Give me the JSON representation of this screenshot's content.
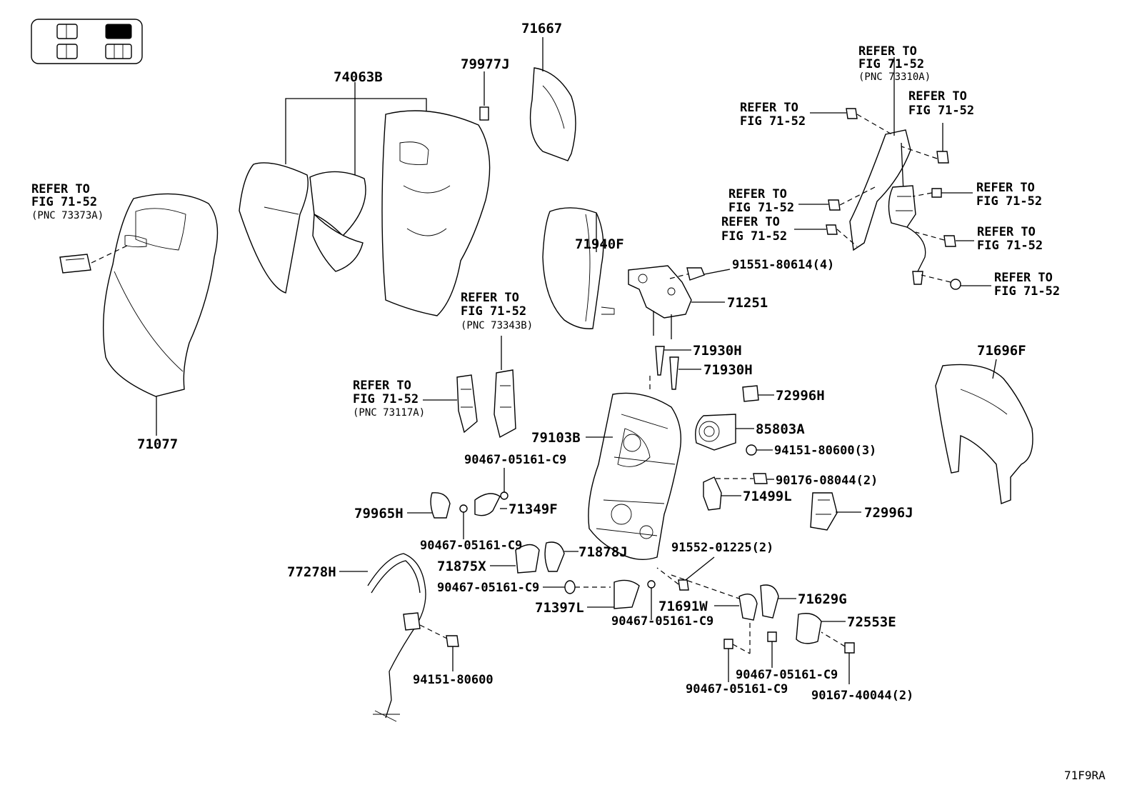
{
  "diagram_code": "71F9RA",
  "locator_icon": {
    "name": "seat-position-locator-icon",
    "highlighted": "front-right"
  },
  "labels": {
    "p71667": "71667",
    "p79977j": "79977J",
    "p74063b": "74063B",
    "p71077": "71077",
    "p71940f": "71940F",
    "p71251": "71251",
    "p71930h_1": "71930H",
    "p71930h_2": "71930H",
    "p72996h": "72996H",
    "p85803a": "85803A",
    "p79103b": "79103B",
    "p71696f": "71696F",
    "p71499l": "71499L",
    "p72996j": "72996J",
    "p79965h": "79965H",
    "p71349f": "71349F",
    "p71878j": "71878J",
    "p71875x": "71875X",
    "p77278h": "77278H",
    "p71397l": "71397L",
    "p71691w": "71691W",
    "p71629g": "71629G",
    "p72553e": "72553E",
    "p91551": "91551-80614(4)",
    "p94151_3": "94151-80600(3)",
    "p90176": "90176-08044(2)",
    "p91552": "91552-01225(2)",
    "p90467_a": "90467-05161-C9",
    "p90467_b": "90467-05161-C9",
    "p90467_c": "90467-05161-C9",
    "p90467_d": "90467-05161-C9",
    "p90467_e": "90467-05161-C9",
    "p90467_f": "90467-05161-C9",
    "p94151": "94151-80600",
    "p90167": "90167-40044(2)"
  },
  "refer": {
    "line1": "REFER TO",
    "line2": "FIG 71-52",
    "pnc_73373a": "(PNC 73373A)",
    "pnc_73343b": "(PNC 73343B)",
    "pnc_73117a": "(PNC 73117A)",
    "pnc_73310a": "(PNC 73310A)"
  }
}
